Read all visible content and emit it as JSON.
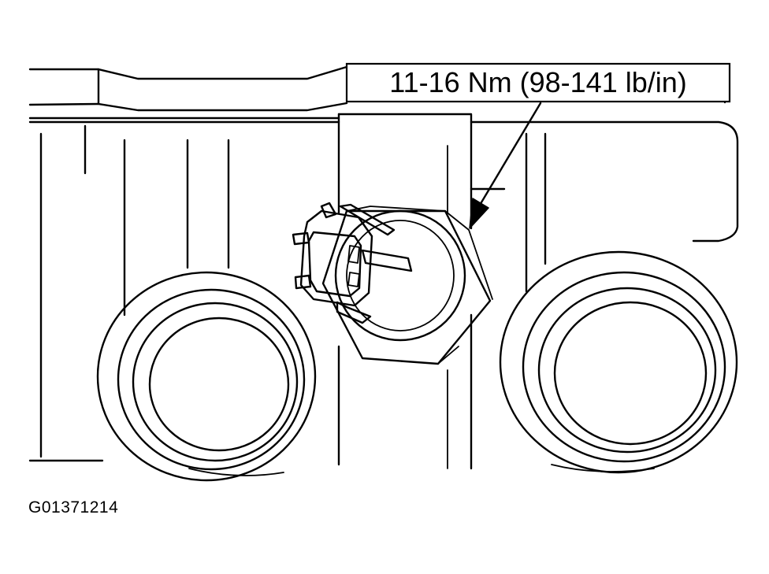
{
  "callout": {
    "torque_spec": "11-16 Nm (98-141 lb/in)"
  },
  "figure": {
    "id": "G01371214"
  },
  "colors": {
    "ink": "#000000",
    "paper": "#ffffff"
  },
  "parts": {
    "sensor": "threaded sensor with hex body and electrical connector",
    "left_bore": "circular bore",
    "right_bore": "circular bore",
    "arrow": "leader arrow"
  }
}
